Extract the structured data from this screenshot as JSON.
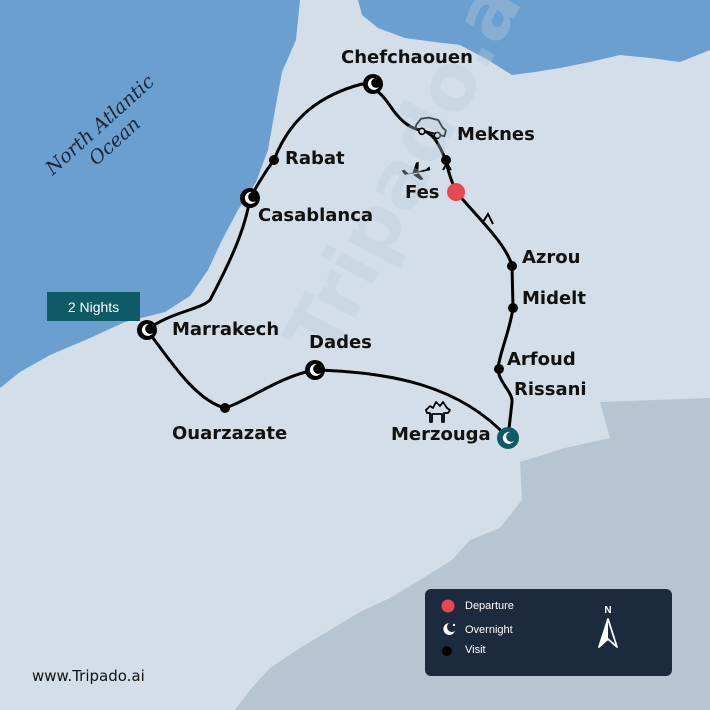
{
  "ocean_label": {
    "line1": "North Atlantic",
    "line2": "Ocean"
  },
  "watermark": "Tripado.ai",
  "website": "www.Tripado.ai",
  "badge": {
    "text": "2 Nights"
  },
  "cities": {
    "chefchaouen": "Chefchaouen",
    "meknes": "Meknes",
    "fes": "Fes",
    "rabat": "Rabat",
    "casablanca": "Casablanca",
    "marrakech": "Marrakech",
    "azrou": "Azrou",
    "midelt": "Midelt",
    "dades": "Dades",
    "arfoud": "Arfoud",
    "rissani": "Rissani",
    "ouarzazate": "Ouarzazate",
    "merzouga": "Merzouga"
  },
  "legend": {
    "departure": "Departure",
    "overnight": "Overnight",
    "visit": "Visit",
    "north": "N"
  },
  "colors": {
    "ocean": "#6a9fcf",
    "land": "#d3dee9",
    "land_south": "#b7c4d1",
    "route": "#000000",
    "departure": "#e8484f",
    "merzouga_marker": "#0e5a66",
    "legend_bg": "#1b2a3d"
  }
}
